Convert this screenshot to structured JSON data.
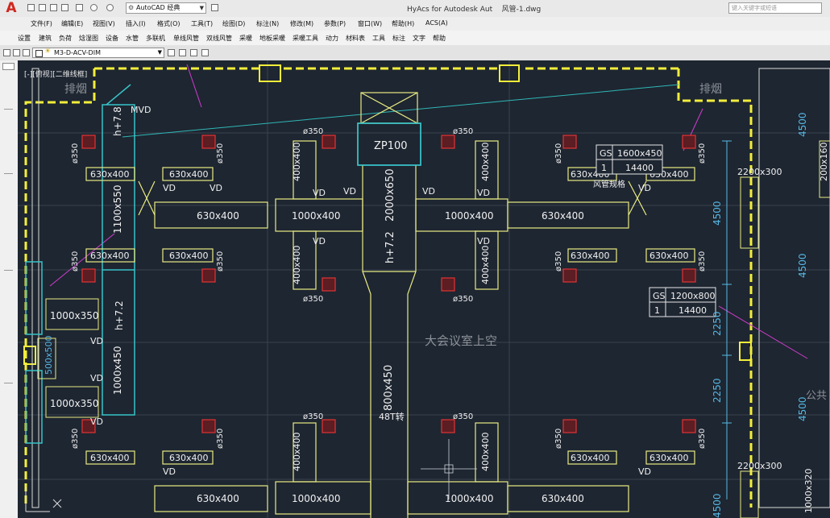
{
  "app": {
    "title": "HyAcs for Autodesk Aut",
    "file": "风管-1.dwg",
    "workspace": "AutoCAD 经典",
    "search_placeholder": "键入关键字或短语"
  },
  "menu": [
    "文件(F)",
    "编辑(E)",
    "视图(V)",
    "插入(I)",
    "格式(O)",
    "工具(T)",
    "绘图(D)",
    "标注(N)",
    "修改(M)",
    "参数(P)",
    "窗口(W)",
    "帮助(H)",
    "ACS(A)"
  ],
  "hymenu": [
    "设置",
    "建筑",
    "负荷",
    "焓湿图",
    "设备",
    "水管",
    "多联机",
    "单线风管",
    "双线风管",
    "采暖",
    "地板采暖",
    "采暖工具",
    "动力",
    "材料表",
    "工具",
    "标注",
    "文字",
    "帮助"
  ],
  "layer": {
    "current": "M3-D-ACV-DIM",
    "viewport_tab": "[-][俯视][二维线框]"
  },
  "drawing": {
    "rooms": {
      "exhaust_left": "排烟",
      "exhaust_right": "排烟",
      "hall_void": "大会议室上空",
      "shaft": "公共"
    },
    "main_duct": {
      "size": "2000x650",
      "elev": "h+7.2",
      "unit": "ZP100",
      "lower_size": "800x450",
      "lower_note": "48T转"
    },
    "branch_big": "1000x400",
    "branch": "630x400",
    "diffuser": "ø350",
    "damper": "VD",
    "damper_m": "MVD",
    "riser": "400x400",
    "left_duct": {
      "upper_elev": "h+7.8",
      "upper_size": "1100x550",
      "lower_elev": "h+7.2",
      "lower_size": "1000x450",
      "seg1": "1000x350",
      "seg2": "1000x350",
      "seg3": "500x500"
    },
    "tags": [
      {
        "code": "GS",
        "size": "1600x450",
        "num": "1",
        "flow": "14400"
      },
      {
        "code": "GS",
        "size": "1200x800",
        "num": "1",
        "flow": "14400"
      }
    ],
    "tag_note": "风管规格",
    "dims_vertical": [
      "4500",
      "4500",
      "2250",
      "2250",
      "4500"
    ],
    "right": {
      "size1": "2200x300",
      "size2": "2200x300",
      "size3": "200x160",
      "size4": "1000x320",
      "dim1": "4500",
      "dim2": "4500",
      "dim3": "4500"
    }
  }
}
